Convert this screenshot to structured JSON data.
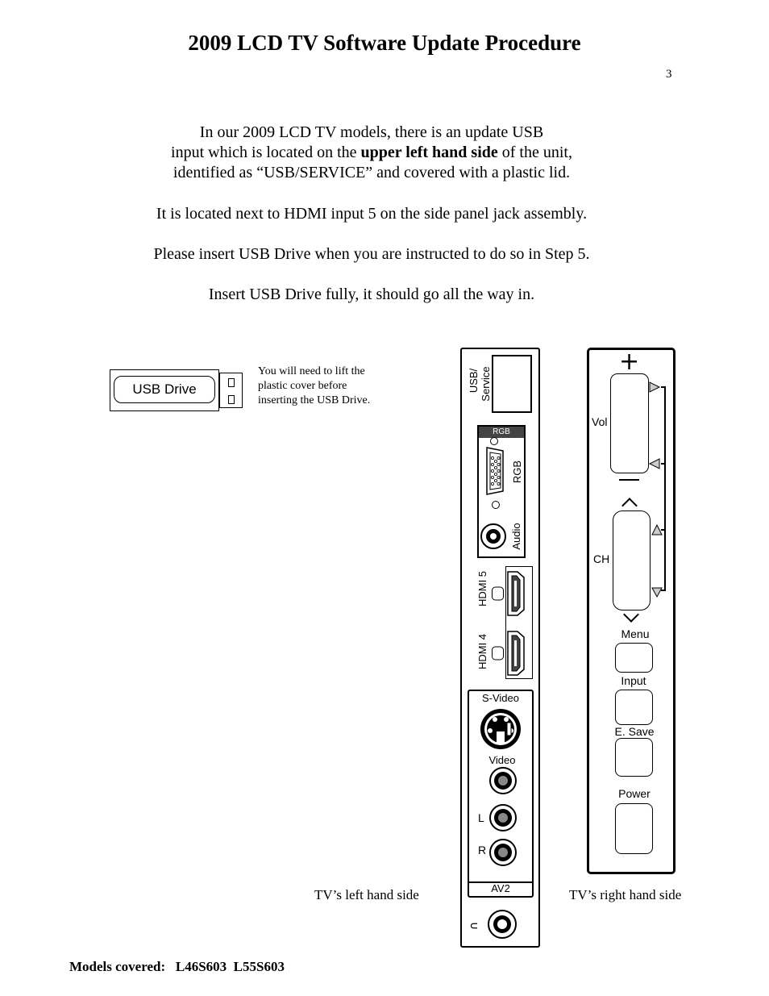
{
  "header": {
    "title": "2009 LCD TV Software Update Procedure",
    "page_number": "3"
  },
  "body": {
    "para1_line1": "In our 2009 LCD TV models, there is an update USB",
    "para1_line2_pre": "input which is located on the ",
    "para1_line2_bold": "upper left hand side",
    "para1_line2_post": " of the unit,",
    "para1_line3": "identified as “USB/SERVICE” and covered with a plastic lid.",
    "para2": "It is located next to HDMI input 5 on the side panel jack assembly.",
    "para3": "Please insert USB Drive when you are instructed to do so in Step 5.",
    "para4": "Insert USB Drive fully, it should go all the way in."
  },
  "usb_figure": {
    "drive_label": "USB Drive",
    "note": "You will need to lift the plastic cover before inserting the USB Drive."
  },
  "left_panel": {
    "usb_label_1": "USB/",
    "usb_label_2": "Service",
    "rgb_header": "RGB",
    "rgb_label": "RGB",
    "audio_label": "Audio",
    "hdmi5_label": "HDMI 5",
    "hdmi4_label": "HDMI 4",
    "svideo_label": "S-Video",
    "video_label": "Video",
    "l_label": "L",
    "r_label": "R",
    "av2_label": "AV2",
    "caption": "TV’s left hand side"
  },
  "right_panel": {
    "vol_label": "Vol",
    "ch_label": "CH",
    "menu_label": "Menu",
    "input_label": "Input",
    "esave_label": "E. Save",
    "power_label": "Power",
    "caption": "TV’s right hand side"
  },
  "footer": {
    "models_label": "Models covered:",
    "models": "L46S603  L55S603"
  }
}
